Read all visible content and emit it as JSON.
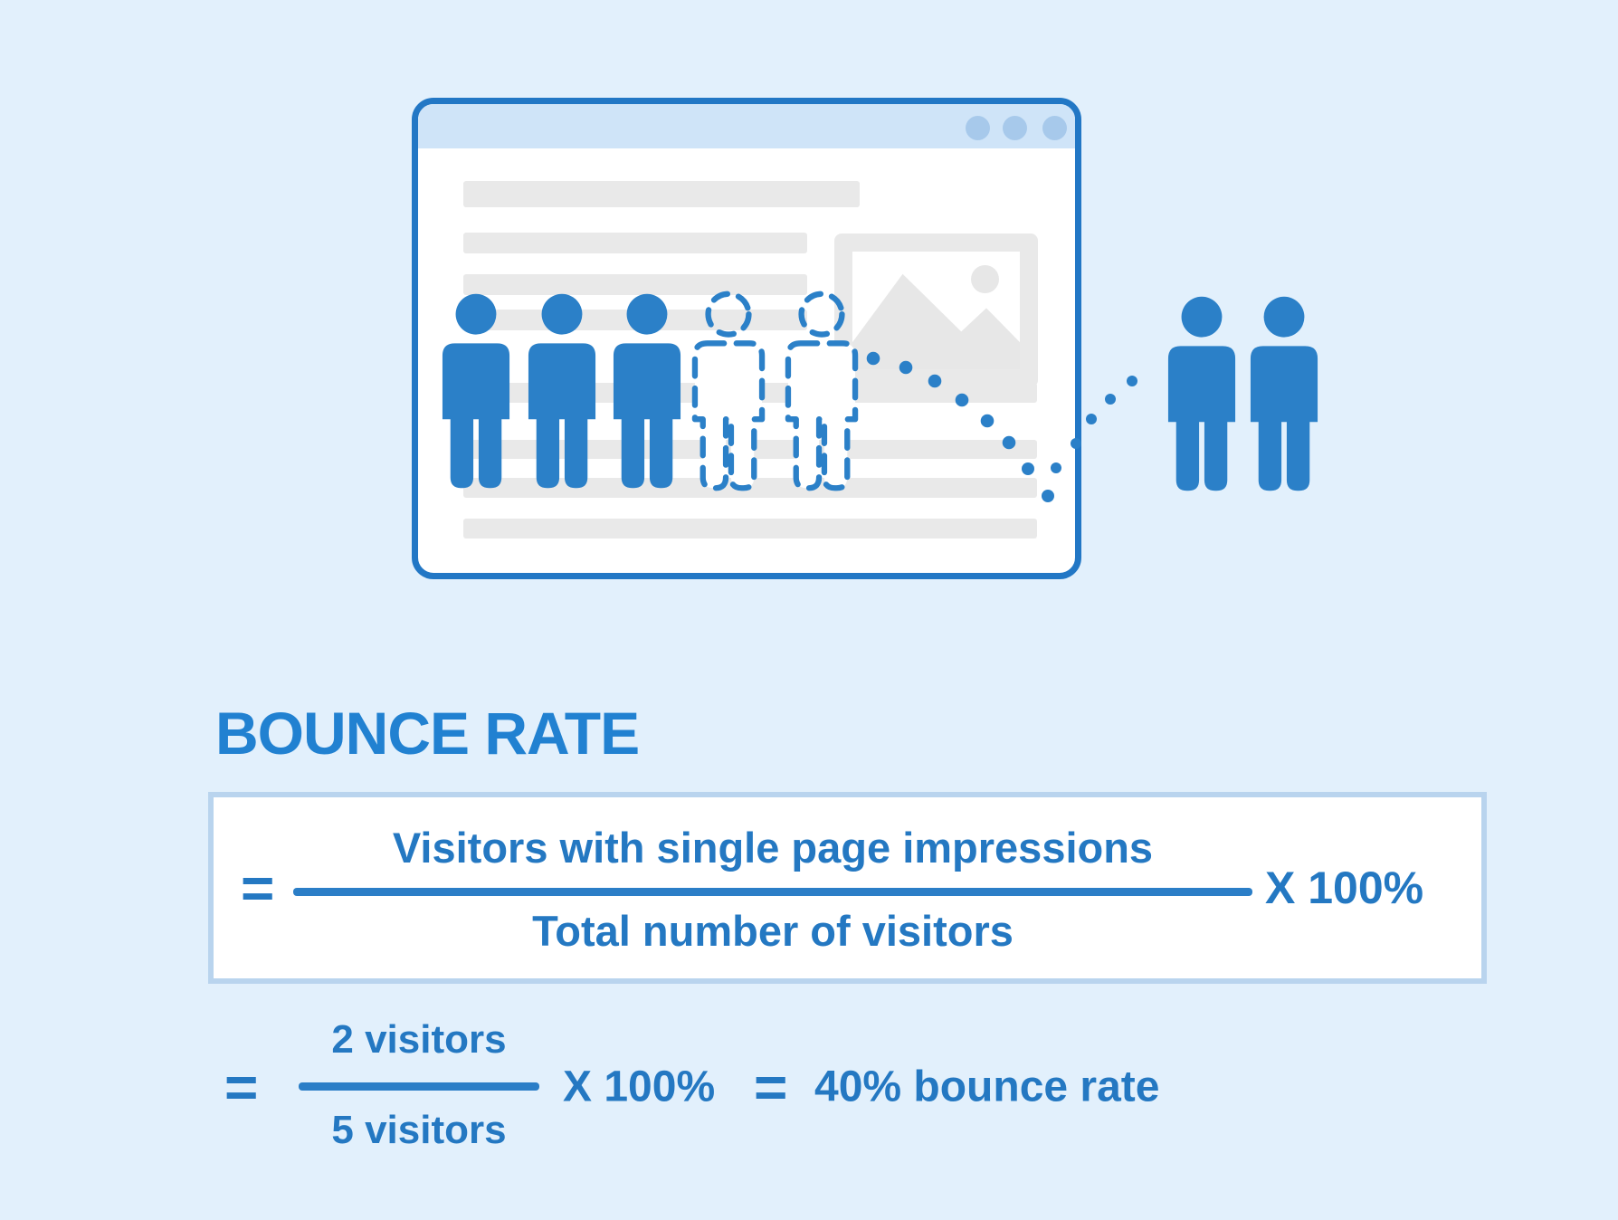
{
  "heading": {
    "text": "BOUNCE RATE"
  },
  "formula_box": {
    "equals": "=",
    "numerator": "Visitors with single page impressions",
    "denominator": "Total number of visitors",
    "multiplier": "X 100%"
  },
  "example": {
    "equals": "=",
    "numerator": "2 visitors",
    "denominator": "5 visitors",
    "multiplier": "X 100%",
    "equals_result": "=",
    "result": "40% bounce rate"
  },
  "illustration": {
    "titlebar_dots": 3,
    "visitors_staying_on_page": 3,
    "visitors_bouncing": 2,
    "visitors_outside_after_bounce": 2,
    "total_visitors": 5,
    "colors": {
      "background": "#e2f0fc",
      "icon_blue": "#2b80c8",
      "window_border_blue": "#2277c5",
      "titlebar_blue": "#cfe4f8",
      "titlebar_dot_blue": "#a7c9eb",
      "placeholder_gray": "#e9e9e9",
      "text_blue": "#2478c2",
      "heading_blue": "#2181d1",
      "box_border_blue": "#b9d4ee"
    }
  }
}
